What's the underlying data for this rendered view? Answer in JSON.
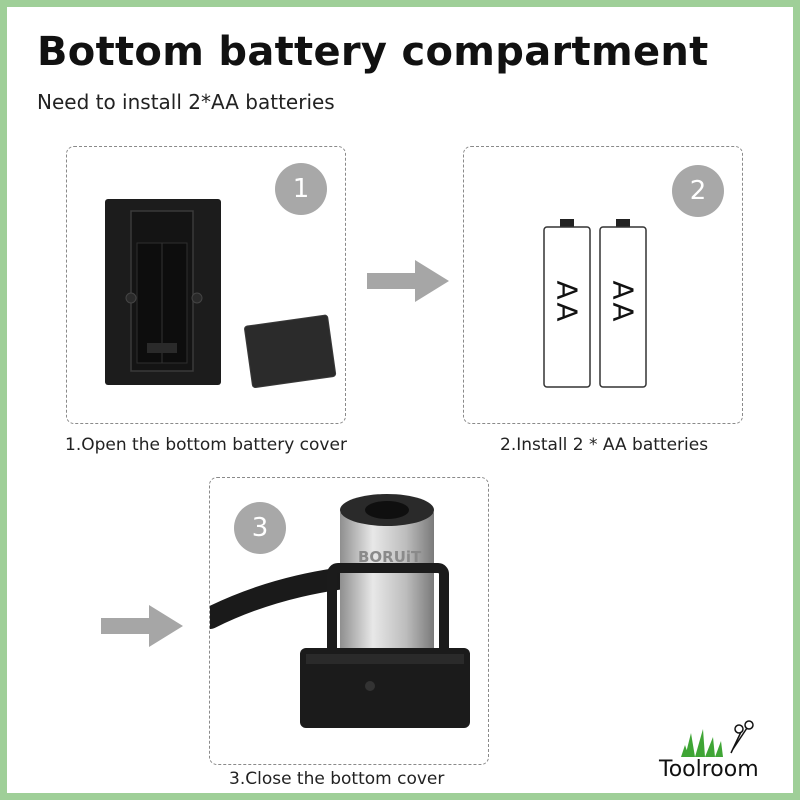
{
  "header": {
    "title": "Bottom battery compartment",
    "subtitle": "Need to install 2*AA batteries"
  },
  "steps": [
    {
      "number": "1",
      "caption": "1.Open the bottom battery cover"
    },
    {
      "number": "2",
      "caption": "2.Install 2 * AA batteries"
    },
    {
      "number": "3",
      "caption": "3.Close the bottom cover"
    }
  ],
  "battery_label": "AA",
  "product_brand": "BORUiT",
  "logo": {
    "text": "Toolroom"
  },
  "colors": {
    "frame": "#9fcf98",
    "badge": "#a8a8a8",
    "arrow": "#a6a6a6",
    "device": "#1b1b1b"
  }
}
